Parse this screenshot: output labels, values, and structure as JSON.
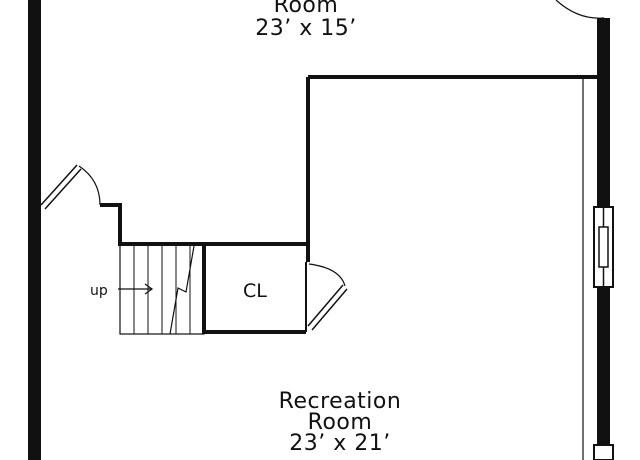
{
  "top_room": {
    "name": "Room",
    "dims": "23’ x 15’"
  },
  "closet": {
    "label": "CL"
  },
  "stairs": {
    "label": "up"
  },
  "rec_room": {
    "name_line1": "Recreation",
    "name_line2": "Room",
    "dims": "23’ x 21’"
  }
}
